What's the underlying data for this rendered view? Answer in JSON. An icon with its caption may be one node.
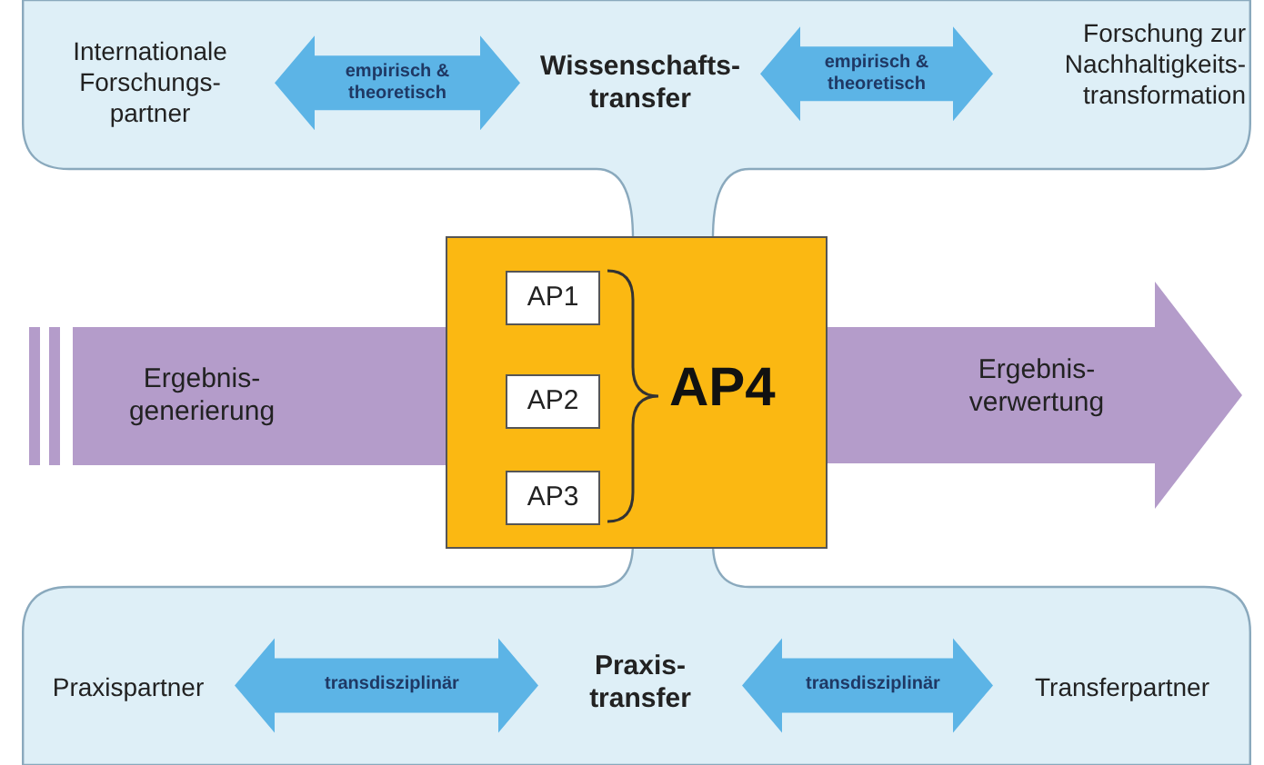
{
  "diagram": {
    "nodes": [
      {
        "text": [],
        "shape": "band"
      },
      {
        "text": [
          "Internationale Forschungs- partner"
        ],
        "in": 0
      },
      {
        "text": [
          "Wissenschafts- transfer"
        ],
        "in": 0
      },
      {
        "text": [
          "Forschung zur Nachhaltigkeits- transformation"
        ],
        "in": 0
      },
      {
        "text": [
          "Ergebnis- generierung"
        ]
      },
      {
        "text": [
          "AP4"
        ]
      },
      {
        "text": [
          "AP1"
        ],
        "in": 5
      },
      {
        "text": [
          "AP2"
        ],
        "in": 5
      },
      {
        "text": [
          "AP3"
        ],
        "in": 5
      },
      {
        "text": [
          "Ergebnis- verwertung"
        ]
      },
      {
        "text": [],
        "shape": "band"
      },
      {
        "text": [
          "Praxispartner"
        ],
        "in": 10
      },
      {
        "text": [
          "Praxis- transfer"
        ],
        "in": 10
      },
      {
        "text": [
          "Transferpartner"
        ],
        "in": 10
      }
    ],
    "edges": [
      {
        "from": 1,
        "to": 2,
        "arrow": "both",
        "label": "empirisch & theoretisch"
      },
      {
        "from": 2,
        "to": 3,
        "arrow": "both",
        "label": "empirisch & theoretisch"
      },
      {
        "from": 11,
        "to": 12,
        "arrow": "both",
        "label": "transdisziplinär"
      },
      {
        "from": 12,
        "to": 13,
        "arrow": "both",
        "label": "transdisziplinär"
      }
    ]
  }
}
